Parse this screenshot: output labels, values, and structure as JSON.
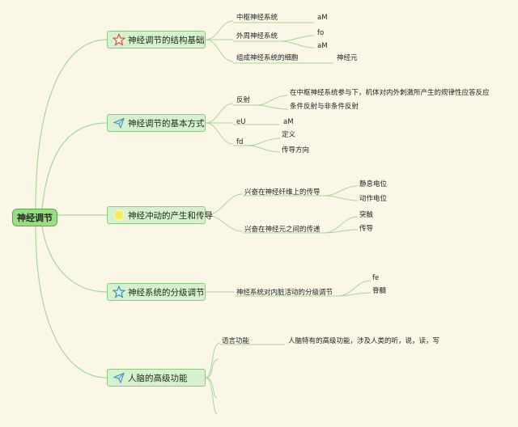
{
  "root": {
    "label": "神经调节"
  },
  "branches": [
    {
      "label": "神经调节的结构基础",
      "icon": "star-outline-icon",
      "children": [
        {
          "label": "中枢神经系统",
          "leaf": "aM"
        },
        {
          "label": "外周神经系统",
          "leaves": [
            "fo",
            "aM"
          ]
        },
        {
          "label": "组成神经系统的细胞",
          "leaf": "神经元"
        }
      ]
    },
    {
      "label": "神经调节的基本方式",
      "icon": "paper-plane-icon",
      "children": [
        {
          "label": "反射",
          "leaves": [
            "在中枢神经系统参与下，机体对内外刺激所产生的规律性应答反应",
            "条件反射与非条件反射"
          ]
        },
        {
          "label": "eU",
          "leaf": "aM"
        },
        {
          "label": "fd",
          "leaves": [
            "定义",
            "传导方向"
          ]
        }
      ]
    },
    {
      "label": "神经冲动的产生和传导",
      "icon": "sun-icon",
      "children": [
        {
          "label": "兴奋在神经纤维上的传导",
          "leaves": [
            "静息电位",
            "动作电位"
          ]
        },
        {
          "label": "兴奋在神经元之间的传递",
          "leaves": [
            "突触",
            "传导"
          ]
        }
      ]
    },
    {
      "label": "神经系统的分级调节",
      "icon": "star-blue-icon",
      "children": [
        {
          "label": "神经系统对内脏活动的分级调节",
          "leaves": [
            "fe",
            "脊髓"
          ]
        }
      ]
    },
    {
      "label": "人脑的高级功能",
      "icon": "paper-plane-icon",
      "children": [
        {
          "label": "语言功能",
          "leaf": "人脑特有的高级功能，涉及人类的听，说，读，写"
        }
      ]
    }
  ]
}
